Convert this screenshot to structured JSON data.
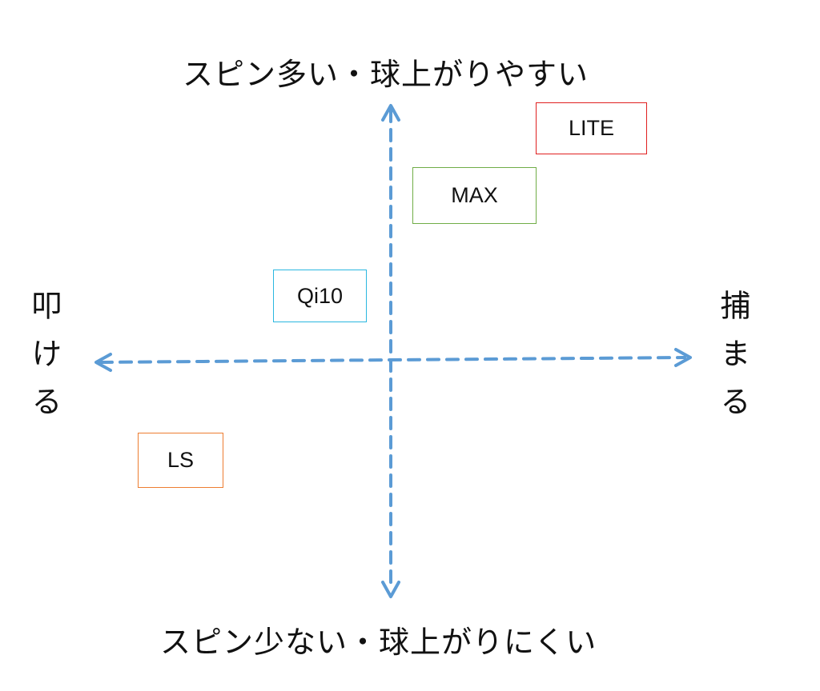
{
  "labels": {
    "top": "スピン多い・球上がりやすい",
    "bottom": "スピン少ない・球上がりにくい",
    "left": "叩ける",
    "right": "捕まる"
  },
  "boxes": [
    {
      "name": "LITE",
      "color": "#e02020"
    },
    {
      "name": "MAX",
      "color": "#70ad47"
    },
    {
      "name": "Qi10",
      "color": "#2bb7e0"
    },
    {
      "name": "LS",
      "color": "#ed7d31"
    }
  ],
  "colors": {
    "axis": "#5b9bd5"
  }
}
